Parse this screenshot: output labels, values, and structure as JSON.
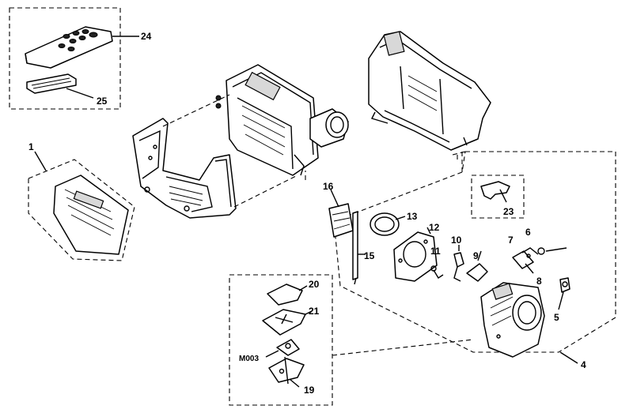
{
  "callouts": {
    "c1": "1",
    "c4": "4",
    "c5": "5",
    "c6": "6",
    "c7": "7",
    "c8": "8",
    "c9": "9",
    "c10": "10",
    "c11": "11",
    "c12": "12",
    "c13": "13",
    "c15": "15",
    "c16": "16",
    "c19": "19",
    "c20": "20",
    "c21": "21",
    "c23": "23",
    "c24": "24",
    "c25": "25",
    "m003": "M003"
  }
}
